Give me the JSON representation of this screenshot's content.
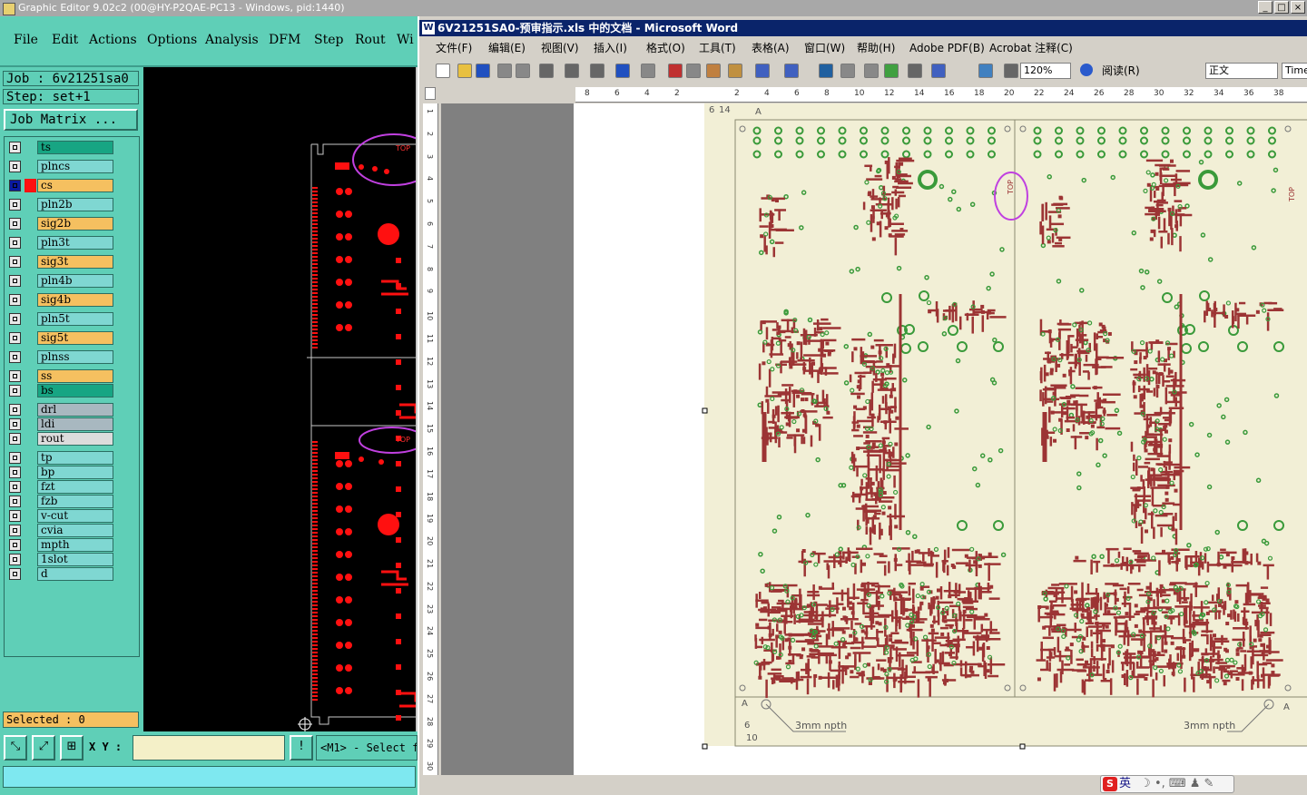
{
  "ge": {
    "window_title": "Graphic Editor 9.02c2 (00@HY-P2QAE-PC13 - Windows, pid:1440)",
    "menu": [
      "File",
      "Edit",
      "Actions",
      "Options",
      "Analysis",
      "DFM",
      "Step",
      "Rout",
      "Wi"
    ],
    "job": "Job : 6v21251sa0",
    "step": "Step: set+1",
    "job_matrix_label": "Job Matrix ...",
    "layers": [
      {
        "name": "ts",
        "color": "#17a583",
        "active": false
      },
      {
        "name": "plncs",
        "color": "#7fd7d2",
        "active": false
      },
      {
        "name": "cs",
        "color": "#f5c060",
        "active": true
      },
      {
        "name": "pln2b",
        "color": "#7fd7d2",
        "active": false
      },
      {
        "name": "sig2b",
        "color": "#f5c060",
        "active": false
      },
      {
        "name": "pln3t",
        "color": "#7fd7d2",
        "active": false
      },
      {
        "name": "sig3t",
        "color": "#f5c060",
        "active": false
      },
      {
        "name": "pln4b",
        "color": "#7fd7d2",
        "active": false
      },
      {
        "name": "sig4b",
        "color": "#f5c060",
        "active": false
      },
      {
        "name": "pln5t",
        "color": "#7fd7d2",
        "active": false
      },
      {
        "name": "sig5t",
        "color": "#f5c060",
        "active": false
      },
      {
        "name": "plnss",
        "color": "#7fd7d2",
        "active": false
      },
      {
        "name": "ss",
        "color": "#f5c060",
        "active": false
      },
      {
        "name": "bs",
        "color": "#17a583",
        "active": false
      },
      {
        "name": "drl",
        "color": "#a8b8c0",
        "active": false
      },
      {
        "name": "ldi",
        "color": "#a8b8c0",
        "active": false
      },
      {
        "name": "rout",
        "color": "#dcdcdc",
        "active": false
      },
      {
        "name": "tp",
        "color": "#7fd7d2",
        "active": false
      },
      {
        "name": "bp",
        "color": "#7fd7d2",
        "active": false
      },
      {
        "name": "fzt",
        "color": "#7fd7d2",
        "active": false
      },
      {
        "name": "fzb",
        "color": "#7fd7d2",
        "active": false
      },
      {
        "name": "v-cut",
        "color": "#7fd7d2",
        "active": false
      },
      {
        "name": "cvia",
        "color": "#7fd7d2",
        "active": false
      },
      {
        "name": "mpth",
        "color": "#7fd7d2",
        "active": false
      },
      {
        "name": "1slot",
        "color": "#7fd7d2",
        "active": false
      },
      {
        "name": "d",
        "color": "#7fd7d2",
        "active": false
      }
    ],
    "selected": "Selected : 0",
    "xy_label": "X Y :",
    "xy_value": "",
    "status_prompt": "<M1> - Select f",
    "canvas_top_label": "TOP"
  },
  "word": {
    "window_title": "6V21251SA0-预审指示.xls 中的文档 - Microsoft Word",
    "menu": [
      "文件(F)",
      "编辑(E)",
      "视图(V)",
      "插入(I)",
      "格式(O)",
      "工具(T)",
      "表格(A)",
      "窗口(W)",
      "帮助(H)",
      "Adobe PDF(B)",
      "Acrobat 注释(C)"
    ],
    "zoom": "120%",
    "read_label": "阅读(R)",
    "style": "正文",
    "font": "Times",
    "ruler_h": [
      "8",
      "6",
      "4",
      "2",
      "",
      "2",
      "4",
      "6",
      "8",
      "10",
      "12",
      "14",
      "16",
      "18",
      "20",
      "22",
      "24",
      "26",
      "28",
      "30",
      "32",
      "34",
      "36",
      "38"
    ],
    "ruler_v": [
      "1",
      "2",
      "3",
      "4",
      "5",
      "6",
      "7",
      "8",
      "9",
      "10",
      "11",
      "12",
      "13",
      "14",
      "15",
      "16",
      "17",
      "18",
      "19",
      "20",
      "21",
      "22",
      "23",
      "24",
      "25",
      "26",
      "27",
      "28",
      "29",
      "30"
    ],
    "drawing": {
      "label_top": "TOP",
      "dim_6": "6",
      "dim_14": "14",
      "dim_A": "A",
      "dim_10": "10",
      "npth_left": "3mm npth",
      "npth_right": "3mm npth"
    },
    "ime_text": "英"
  },
  "colors": {
    "pcb_background": "#f2efd6",
    "copper": "#9c3434",
    "pad_green": "#3a9a3a",
    "highlight_circle": "#c040e0",
    "genesis_teal": "#5fcfb7",
    "canvas_red": "#ff1010"
  }
}
